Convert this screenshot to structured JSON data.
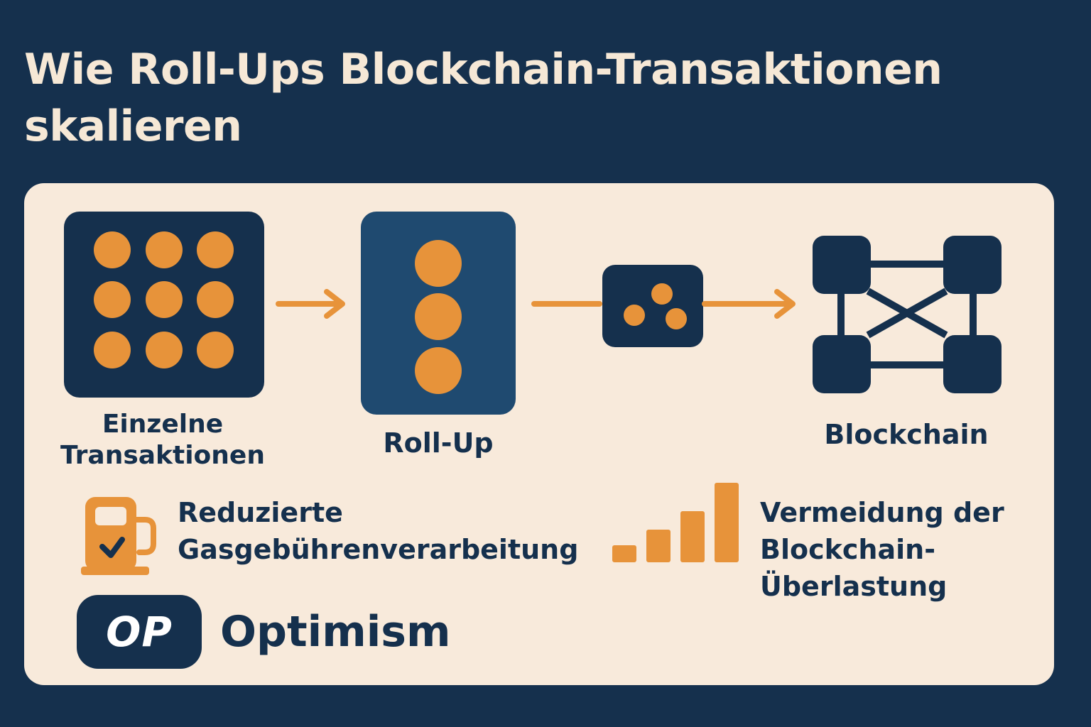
{
  "title": "Wie Roll-Ups Blockchain-Transaktionen skalieren",
  "stages": {
    "transactions": {
      "label_line1": "Einzelne",
      "label_line2": "Transaktionen",
      "icon": "grid-of-dots-icon"
    },
    "rollup": {
      "label": "Roll-Up",
      "icon": "stacked-dots-icon"
    },
    "batch": {
      "icon": "compressed-batch-icon"
    },
    "blockchain": {
      "label": "Blockchain",
      "icon": "network-nodes-icon"
    }
  },
  "features": {
    "gas": {
      "line1": "Reduzierte",
      "line2": "Gasgebührenverarbeitung",
      "icon": "fuel-pump-check-icon"
    },
    "congestion": {
      "line1": "Vermeidung der",
      "line2": "Blockchain-",
      "line3": "Überlastung",
      "icon": "bar-chart-icon"
    }
  },
  "brand": {
    "badge": "OP",
    "name": "Optimism"
  },
  "colors": {
    "background": "#15304d",
    "panel": "#f8eadb",
    "accent": "#e7933a",
    "rollup_box": "#1f4a70",
    "dark": "#15304d"
  }
}
